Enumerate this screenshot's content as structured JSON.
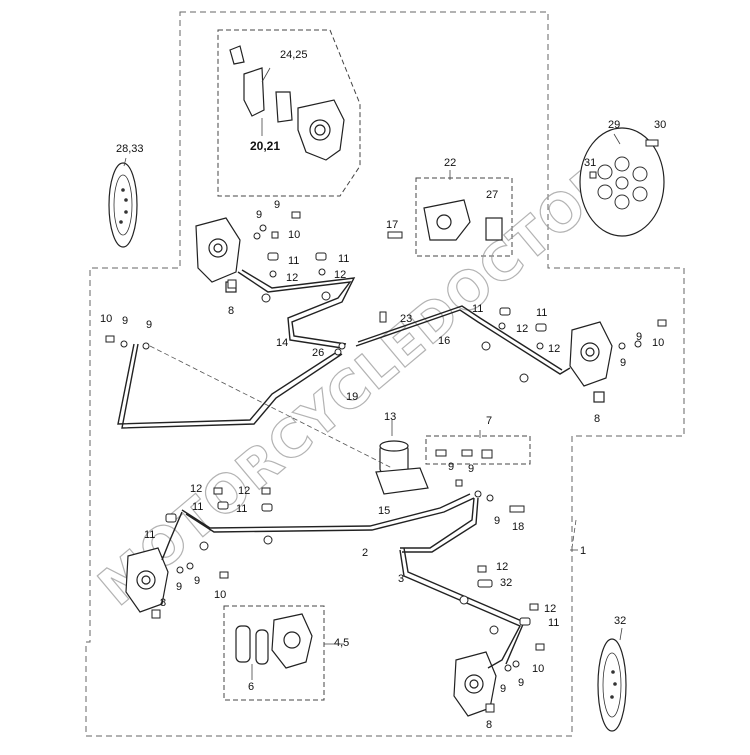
{
  "watermark": "MOTORCYCLEDOCTOR",
  "labels": {
    "l24_25": "24,25",
    "l20_21": "20,21",
    "l28_33": "28,33",
    "l22": "22",
    "l27": "27",
    "l17": "17",
    "l29": "29",
    "l30": "30",
    "l31": "31",
    "l9a": "9",
    "l9b": "9",
    "l10a": "10",
    "l11a": "11",
    "l11b": "11",
    "l12a": "12",
    "l12b": "12",
    "l8a": "8",
    "l10b": "10",
    "l9c": "9",
    "l9d": "9",
    "l14": "14",
    "l26": "26",
    "l23": "23",
    "l19": "19",
    "l16": "16",
    "l11c": "11",
    "l11d": "11",
    "l12c": "12",
    "l12d": "12",
    "l9e": "9",
    "l9f": "9",
    "l10c": "10",
    "l8b": "8",
    "l13": "13",
    "l7": "7",
    "l9g": "9",
    "l9h": "9",
    "l9i": "9",
    "l18": "18",
    "l15": "15",
    "l12e": "12",
    "l12f": "12",
    "l11e": "11",
    "l11f": "11",
    "l2": "2",
    "l3": "3",
    "l1": "1",
    "l9j": "9",
    "l9k": "9",
    "l10d": "10",
    "l8c": "8",
    "l12g": "12",
    "l32a": "32",
    "l12h": "12",
    "l11g": "11",
    "l4_5": "4,5",
    "l6": "6",
    "l32b": "32",
    "l9l": "9",
    "l9m": "9",
    "l10e": "10",
    "l8d": "8"
  }
}
